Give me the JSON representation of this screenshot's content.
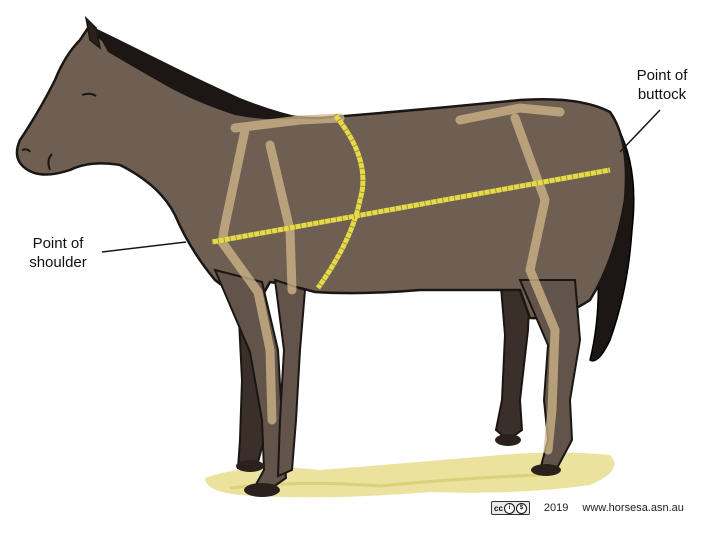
{
  "labels": {
    "buttock_line1": "Point of",
    "buttock_line2": "buttock",
    "shoulder_line1": "Point of",
    "shoulder_line2": "shoulder"
  },
  "credit": {
    "license_icon": "creative-commons-icon",
    "license_text": "cc",
    "year": "2019",
    "website": "www.horsesa.asn.au"
  },
  "colors": {
    "coat": "#6e5f52",
    "mane_tail": "#1c1714",
    "skeleton": "#d2b88a",
    "tape": "#e6d94a",
    "ground": "#e8de8c",
    "outline": "#1a1614"
  }
}
